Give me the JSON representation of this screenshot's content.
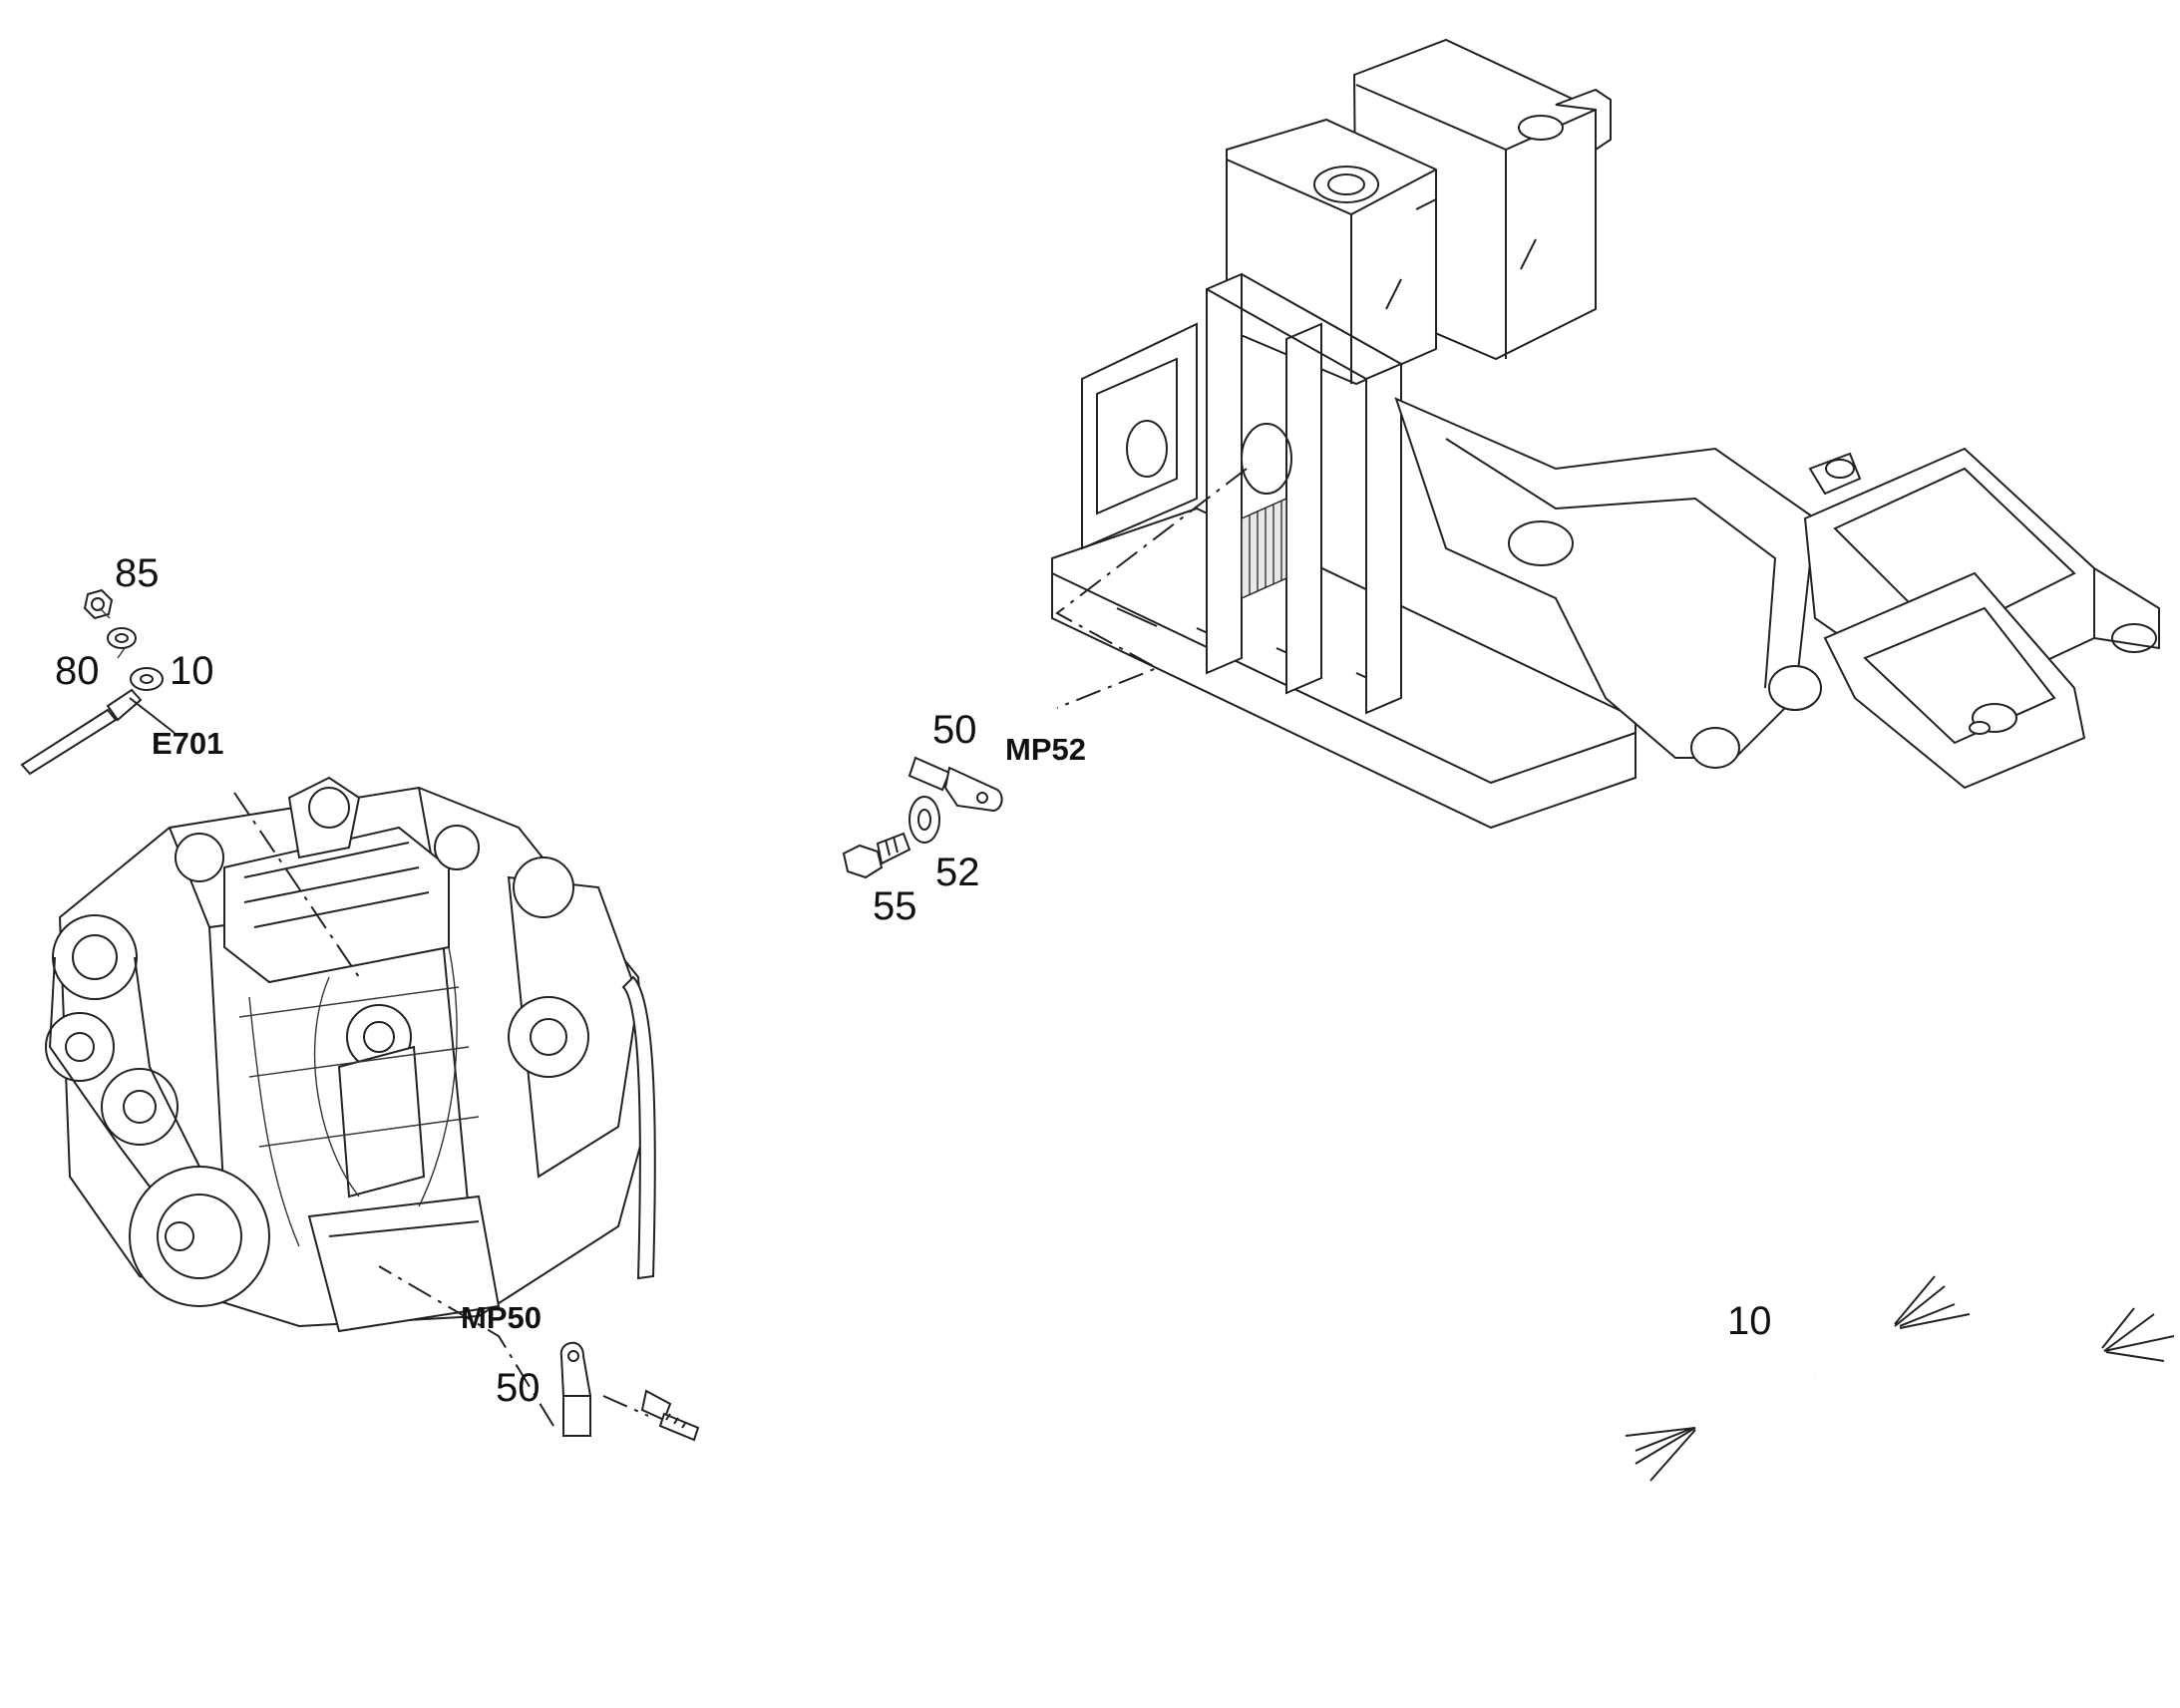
{
  "callouts": {
    "nut_85": "85",
    "washer_80": "80",
    "sensor_wire_10": "10",
    "ref_e701": "E701",
    "cable_end_top_50": "50",
    "ref_mp52": "MP52",
    "washer_52": "52",
    "bolt_55": "55",
    "ref_mp50": "MP50",
    "cable_end_bottom_50": "50",
    "harness_10": "10"
  },
  "colors": {
    "line": "#222222",
    "background": "#ffffff"
  }
}
